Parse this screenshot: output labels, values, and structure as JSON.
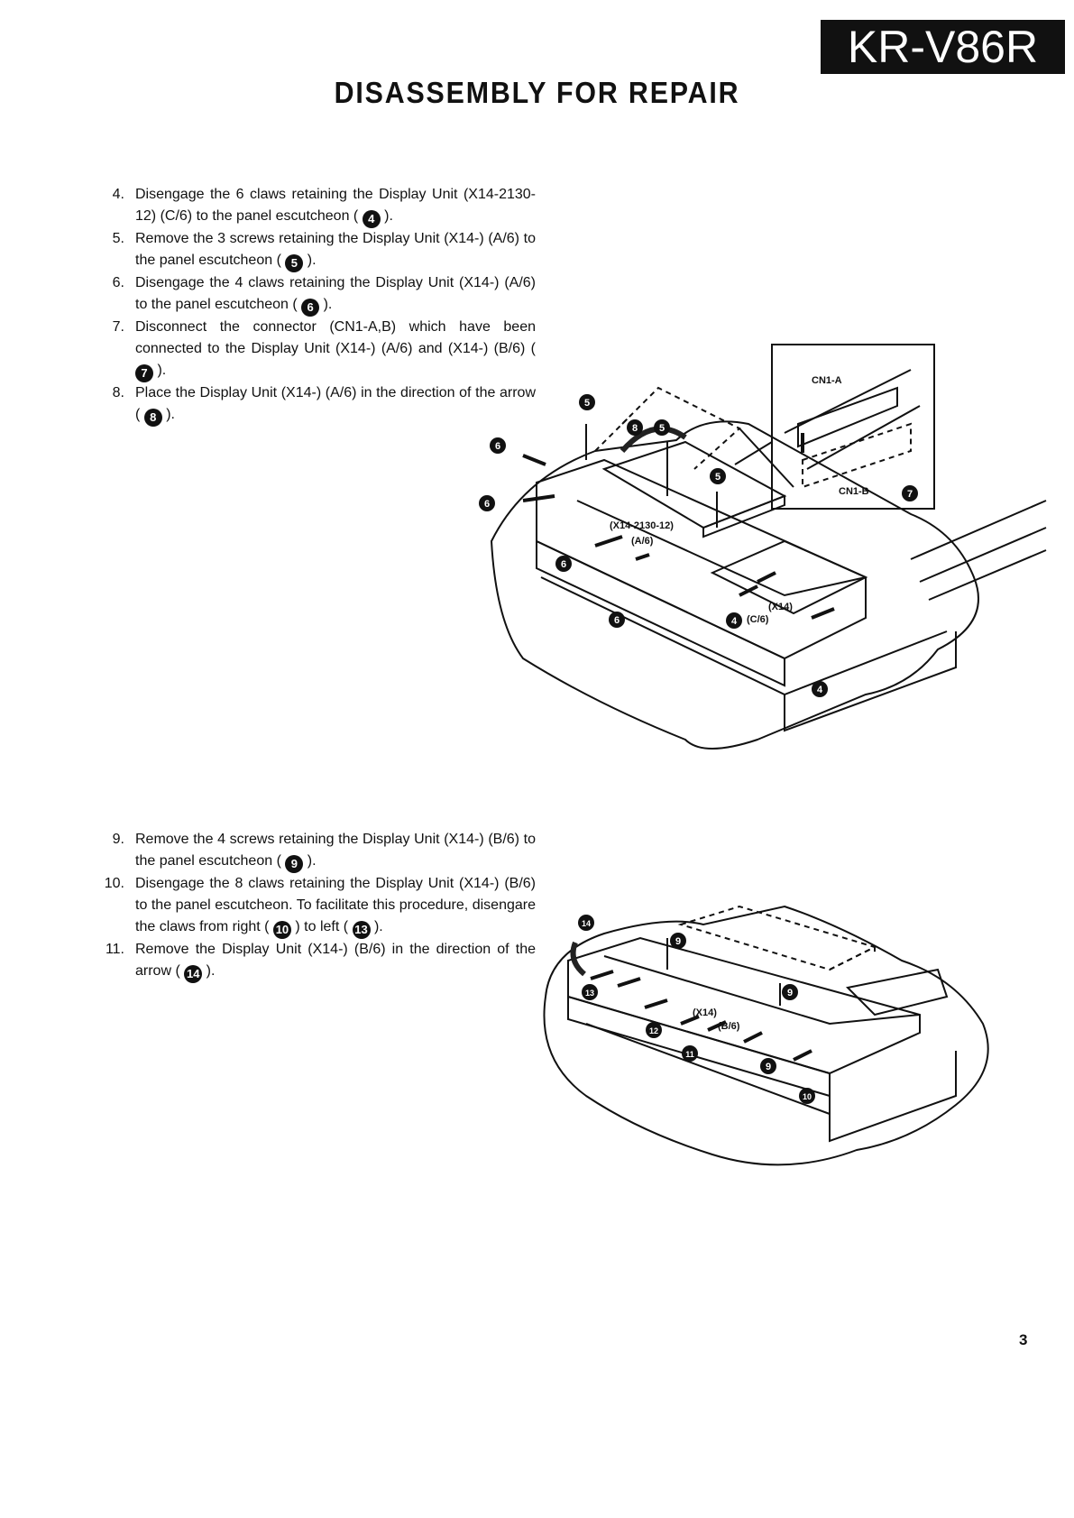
{
  "header": {
    "model": "KR-V86R",
    "title": "DISASSEMBLY FOR REPAIR"
  },
  "steps_part1": [
    {
      "num": "4.",
      "segments": [
        {
          "t": "Disengage the 6 claws retaining the Display Unit (X14-2130-12) (C/6) to the panel escutcheon ( "
        },
        {
          "b": "4"
        },
        {
          "t": " )."
        }
      ]
    },
    {
      "num": "5.",
      "segments": [
        {
          "t": "Remove the 3 screws retaining the Display Unit (X14-) (A/6) to the panel escutcheon ( "
        },
        {
          "b": "5"
        },
        {
          "t": " )."
        }
      ]
    },
    {
      "num": "6.",
      "segments": [
        {
          "t": "Disengage the 4 claws retaining the Display Unit (X14-) (A/6) to the panel escutcheon ( "
        },
        {
          "b": "6"
        },
        {
          "t": " )."
        }
      ]
    },
    {
      "num": "7.",
      "segments": [
        {
          "t": "Disconnect the connector (CN1-A,B) which have been connected to the Display Unit (X14-) (A/6) and (X14-) (B/6) ( "
        },
        {
          "b": "7"
        },
        {
          "t": " )."
        }
      ]
    },
    {
      "num": "8.",
      "segments": [
        {
          "t": "Place the Display Unit (X14-) (A/6) in the direction of the arrow ( "
        },
        {
          "b": "8"
        },
        {
          "t": " )."
        }
      ]
    }
  ],
  "steps_part2": [
    {
      "num": "9.",
      "segments": [
        {
          "t": "Remove the 4 screws retaining the Display Unit (X14-) (B/6) to the panel escutcheon ( "
        },
        {
          "b": "9"
        },
        {
          "t": " )."
        }
      ]
    },
    {
      "num": "10.",
      "segments": [
        {
          "t": "Disengage the 8 claws retaining the Display Unit (X14-) (B/6) to the panel escutcheon. To facilitate this procedure, disengare the claws from right ( "
        },
        {
          "b": "10"
        },
        {
          "t": " ) to left ( "
        },
        {
          "b": "13"
        },
        {
          "t": " )."
        }
      ]
    },
    {
      "num": "11.",
      "segments": [
        {
          "t": "Remove the Display Unit (X14-) (B/6) in the direction of the arrow ( "
        },
        {
          "b": "14"
        },
        {
          "t": " )."
        }
      ]
    }
  ],
  "figure1": {
    "inset_label_a": "CN1-A",
    "inset_label_b": "CN1-B",
    "board_label": "(X14-2130-12)",
    "board_sub": "(A/6)",
    "unit_label": "(X14)",
    "unit_sub": "(C/6)",
    "badges": [
      "5",
      "8",
      "5",
      "5",
      "6",
      "6",
      "6",
      "6",
      "4",
      "4",
      "7"
    ]
  },
  "figure2": {
    "unit_label": "(X14)",
    "unit_sub": "(B/6)",
    "badges": [
      "14",
      "9",
      "9",
      "9",
      "13",
      "12",
      "11",
      "10"
    ]
  },
  "page_number": "3"
}
